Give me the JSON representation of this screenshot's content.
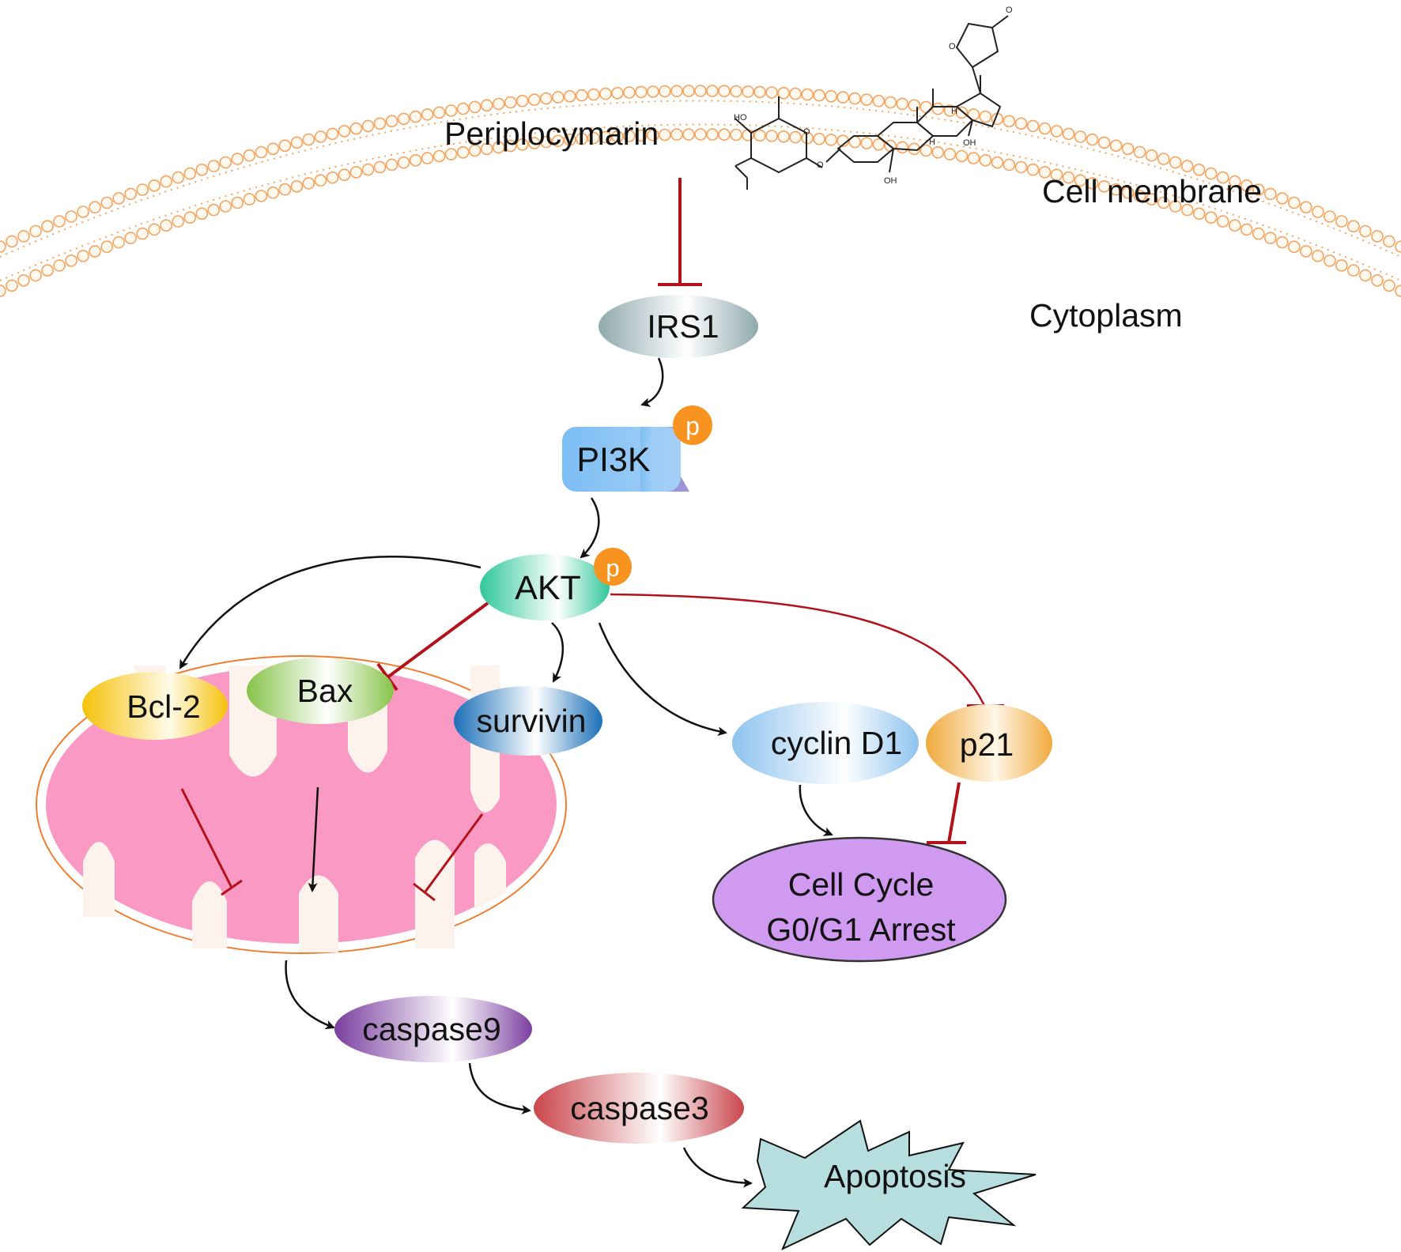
{
  "labels": {
    "drug": "Periplocymarin",
    "membrane": "Cell membrane",
    "cytoplasm": "Cytoplasm"
  },
  "nodes": {
    "irs1": "IRS1",
    "pi3k": "PI3K",
    "akt": "AKT",
    "bcl2": "Bcl-2",
    "bax": "Bax",
    "survivin": "survivin",
    "cyclind1": "cyclin D1",
    "p21": "p21",
    "cellcycle_line1": "Cell Cycle",
    "cellcycle_line2": "G0/G1 Arrest",
    "caspase9": "caspase9",
    "caspase3": "caspase3",
    "apoptosis": "Apoptosis"
  },
  "phospho": {
    "pi3k": "p",
    "akt": "p"
  },
  "structure_labels": {
    "ho": "HO",
    "oh_a": "OH",
    "oh_b": "OH",
    "o_ring": "O",
    "o_link": "O",
    "o_lactone": "O",
    "o_carbonyl": "O",
    "h_a": "H",
    "h_b": "H"
  },
  "colors": {
    "activation": "#111111",
    "inhibition": "#b3121b",
    "membrane": "#f4a460",
    "mitochondria": "#f999c4",
    "phospho": "#f7931e"
  }
}
